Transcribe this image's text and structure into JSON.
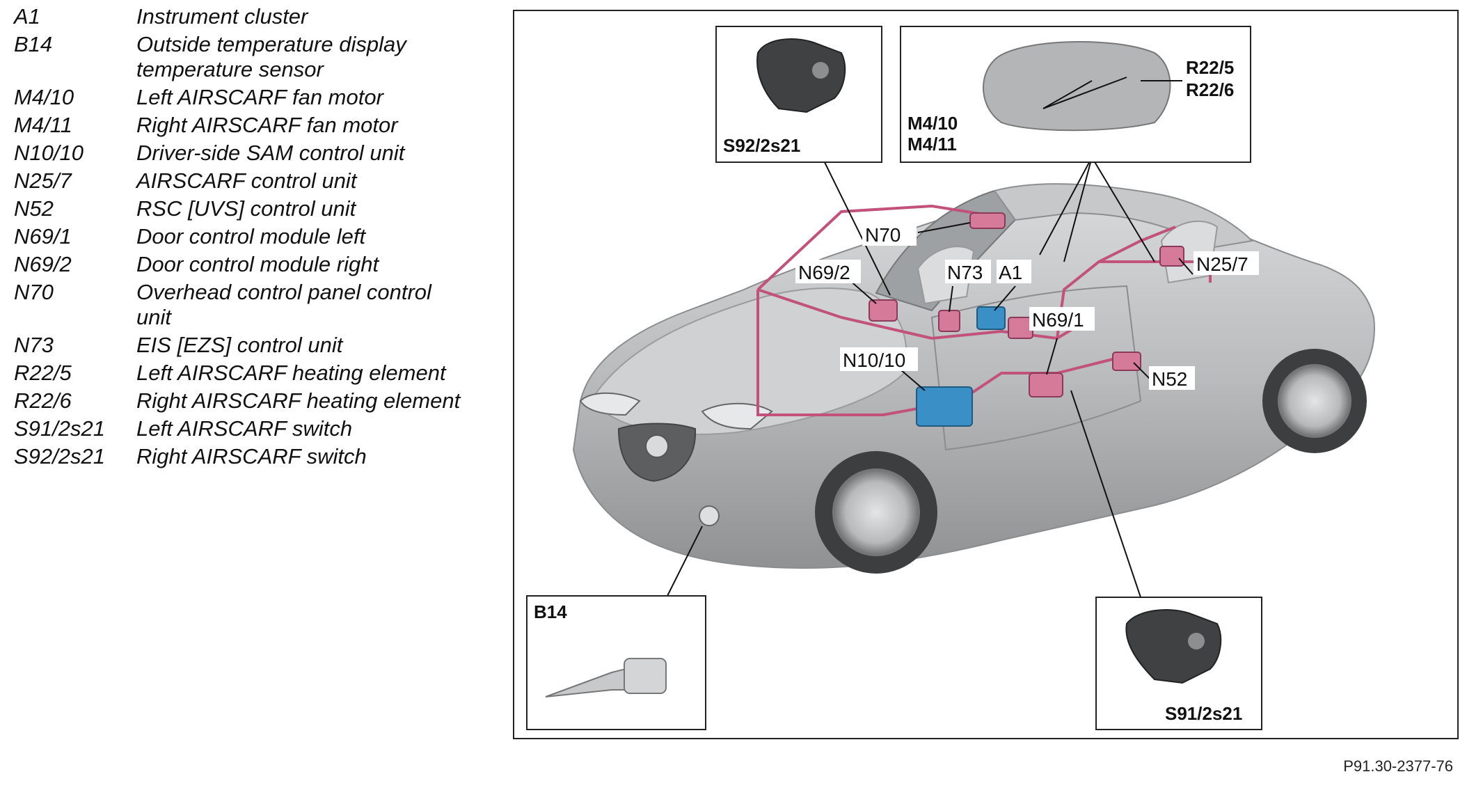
{
  "legend": [
    {
      "code": "A1",
      "desc": "Instrument cluster"
    },
    {
      "code": "B14",
      "desc": "Outside temperature display temperature sensor"
    },
    {
      "code": "M4/10",
      "desc": "Left AIRSCARF fan motor"
    },
    {
      "code": "M4/11",
      "desc": "Right AIRSCARF fan motor"
    },
    {
      "code": "N10/10",
      "desc": "Driver-side SAM control unit"
    },
    {
      "code": "N25/7",
      "desc": "AIRSCARF control unit"
    },
    {
      "code": "N52",
      "desc": "RSC [UVS] control unit"
    },
    {
      "code": "N69/1",
      "desc": "Door control module left"
    },
    {
      "code": "N69/2",
      "desc": "Door control module right"
    },
    {
      "code": "N70",
      "desc": "Overhead control panel control unit"
    },
    {
      "code": "N73",
      "desc": "EIS [EZS] control unit"
    },
    {
      "code": "R22/5",
      "desc": "Left AIRSCARF heating element"
    },
    {
      "code": "R22/6",
      "desc": "Right AIRSCARF heating element"
    },
    {
      "code": "S91/2s21",
      "desc": "Left AIRSCARF switch"
    },
    {
      "code": "S92/2s21",
      "desc": "Right AIRSCARF switch"
    }
  ],
  "callouts": {
    "n70": "N70",
    "n69_2": "N69/2",
    "n73": "N73",
    "a1": "A1",
    "n25_7": "N25/7",
    "n69_1": "N69/1",
    "n10_10": "N10/10",
    "n52": "N52"
  },
  "insets": {
    "s92": "S92/2s21",
    "m4_10": "M4/10",
    "m4_11": "M4/11",
    "r22_5": "R22/5",
    "r22_6": "R22/6",
    "b14": "B14",
    "s91": "S91/2s21"
  },
  "reference": "P91.30-2377-76",
  "colors": {
    "wiring": "#c2527a",
    "component_blue": "#3a8fc7",
    "component_pink": "#d67a9a",
    "car_body": "#b9bbbd"
  }
}
